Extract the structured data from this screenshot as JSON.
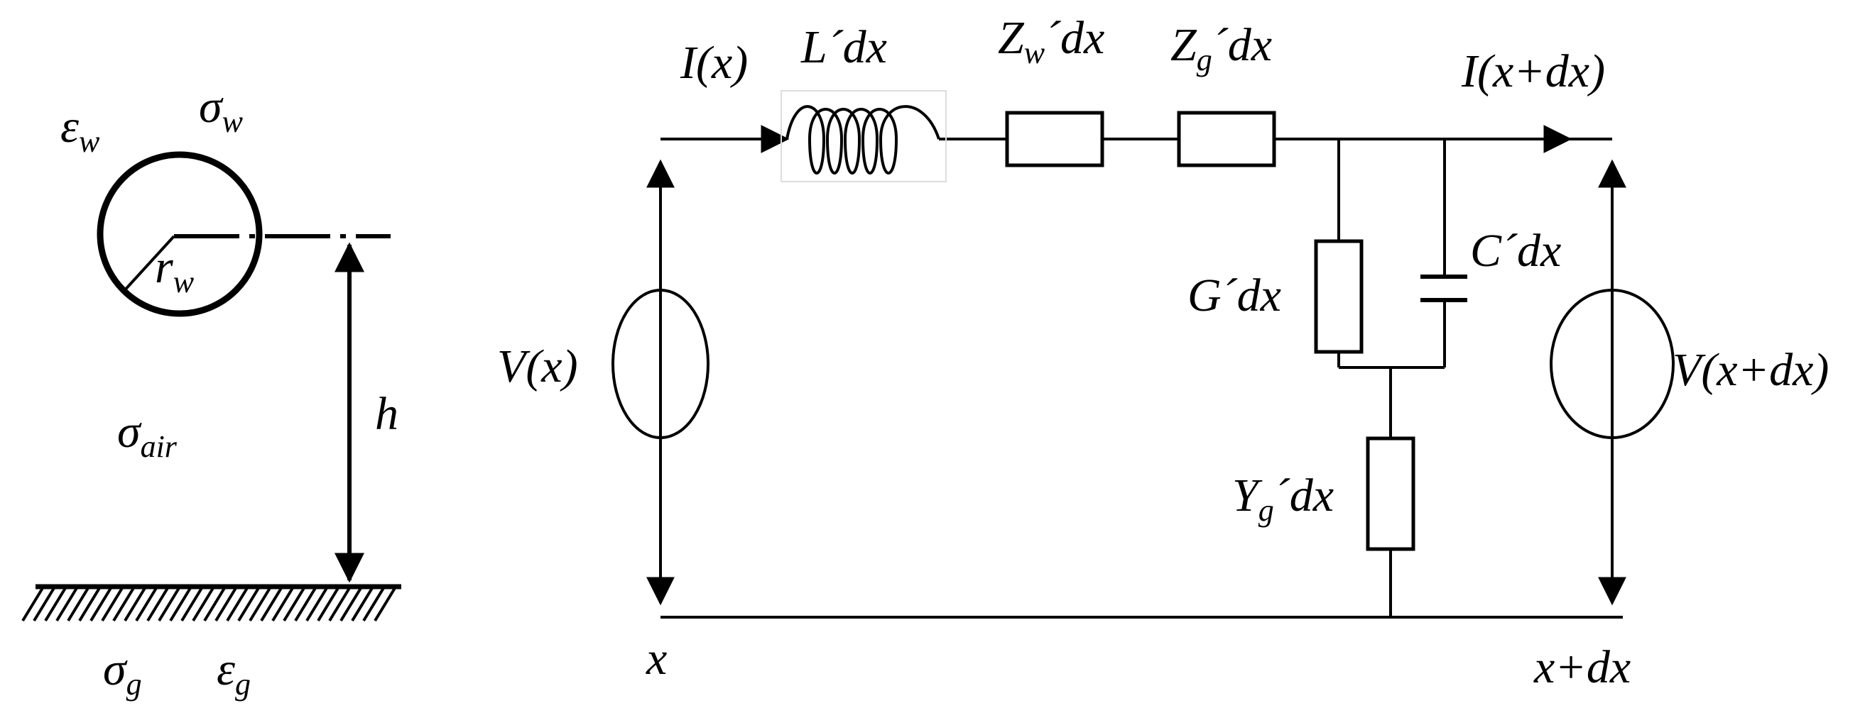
{
  "conductor": {
    "eps_w": {
      "base": "ε",
      "sub": "w"
    },
    "sigma_w": {
      "base": "σ",
      "sub": "w"
    },
    "r_w": {
      "base": "r",
      "sub": "w"
    },
    "h": "h",
    "sigma_air": {
      "base": "σ",
      "sub": "air"
    },
    "sigma_g": {
      "base": "σ",
      "sub": "g"
    },
    "eps_g": {
      "base": "ε",
      "sub": "g"
    }
  },
  "circuit": {
    "I_x": "I(x)",
    "I_xdx": "I(x+dx)",
    "L": "L´dx",
    "Zw": {
      "base": "Z",
      "sub": "w",
      "rest": "´dx"
    },
    "Zg": {
      "base": "Z",
      "sub": "g",
      "rest": "´dx"
    },
    "C": "C´dx",
    "G": "G´dx",
    "Yg": {
      "base": "Y",
      "sub": "g",
      "rest": "´dx"
    },
    "V_x": "V(x)",
    "V_xdx": "V(x+dx)",
    "x": "x",
    "x_dx": "x+dx"
  }
}
